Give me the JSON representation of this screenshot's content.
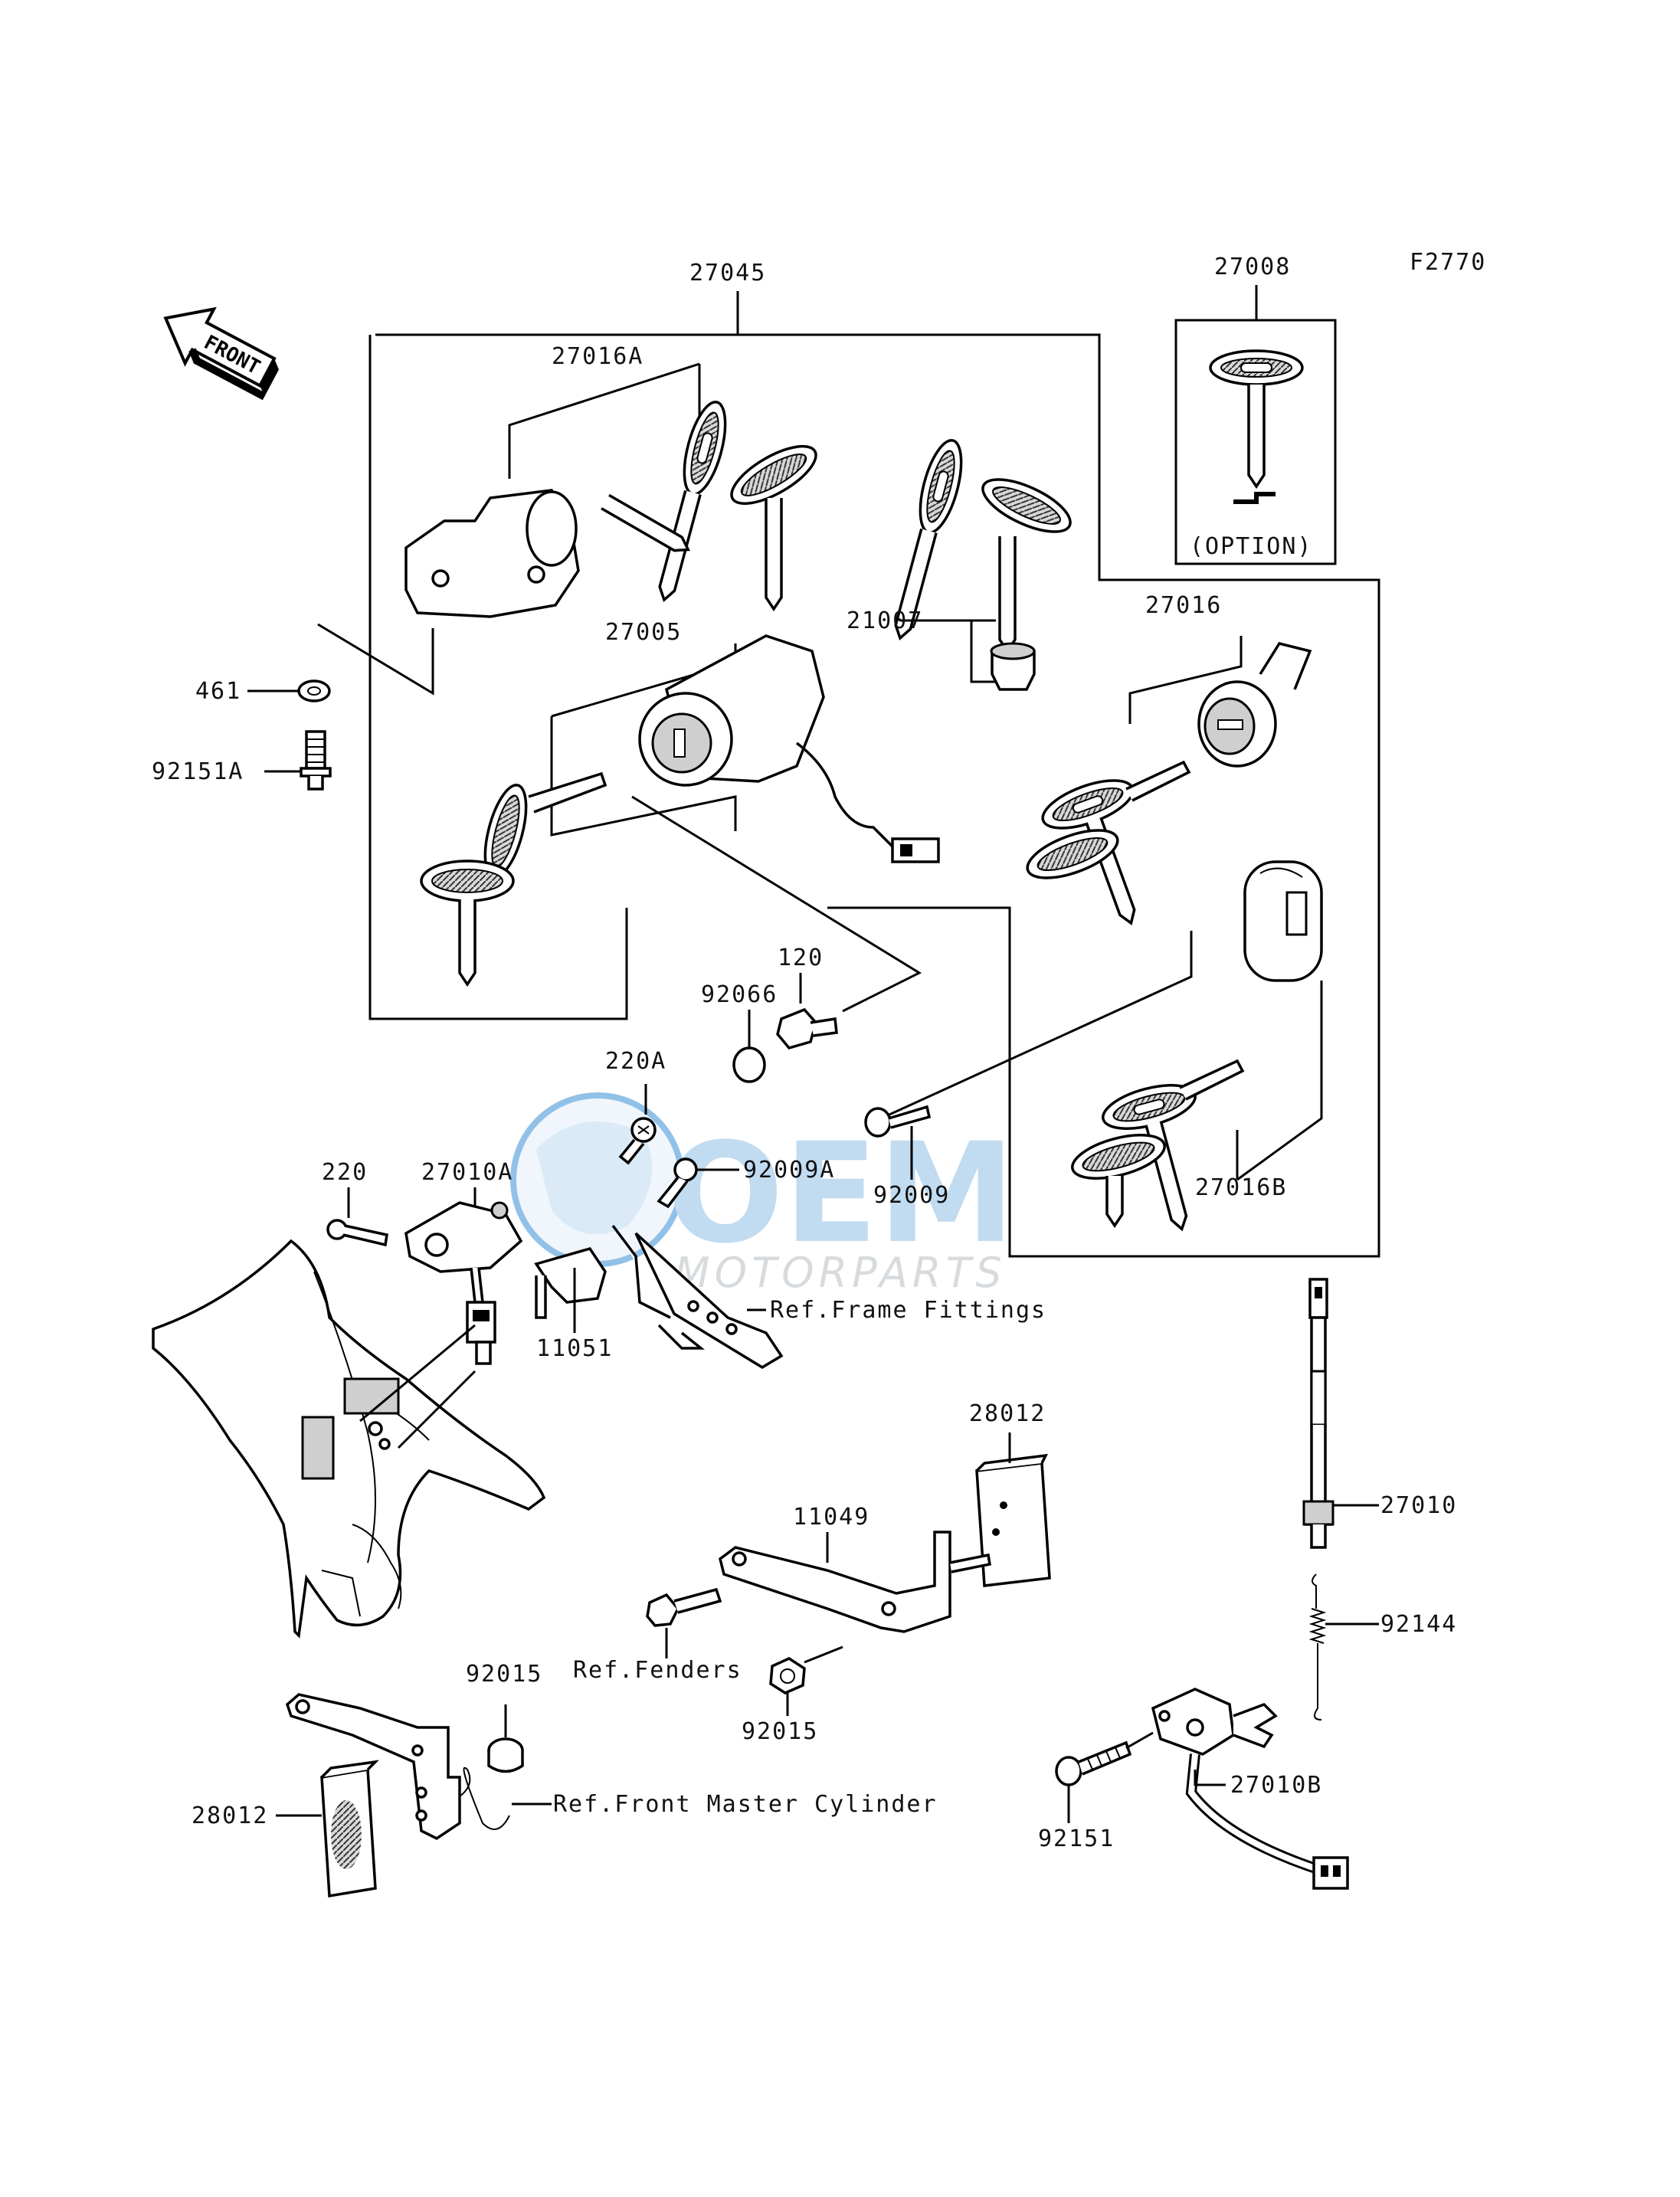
{
  "figure_code": "F2770",
  "front_arrow_label": "FRONT",
  "watermark": {
    "brand": "OEM",
    "sub": "MOTORPARTS",
    "color_primary": "#3a8fd6",
    "color_secondary": "#9aa0a6"
  },
  "parts": {
    "p27045": "27045",
    "p27016A": "27016A",
    "p27008": "27008",
    "option": "(OPTION)",
    "p461": "461",
    "p92151A": "92151A",
    "p27005": "27005",
    "p21007": "21007",
    "p27016": "27016",
    "p120": "120",
    "p92066": "92066",
    "p220A": "220A",
    "p220": "220",
    "p27010A": "27010A",
    "p92009A": "92009A",
    "p92009": "92009",
    "p27016B": "27016B",
    "p11051": "11051",
    "ref_frame": "Ref.Frame Fittings",
    "p28012_top": "28012",
    "p11049": "11049",
    "p27010": "27010",
    "ref_fenders": "Ref.Fenders",
    "p92144": "92144",
    "p92015_left": "92015",
    "p92015_mid": "92015",
    "ref_front_master": "Ref.Front Master Cylinder",
    "p28012_bottom": "28012",
    "p27010B": "27010B",
    "p92151": "92151"
  }
}
